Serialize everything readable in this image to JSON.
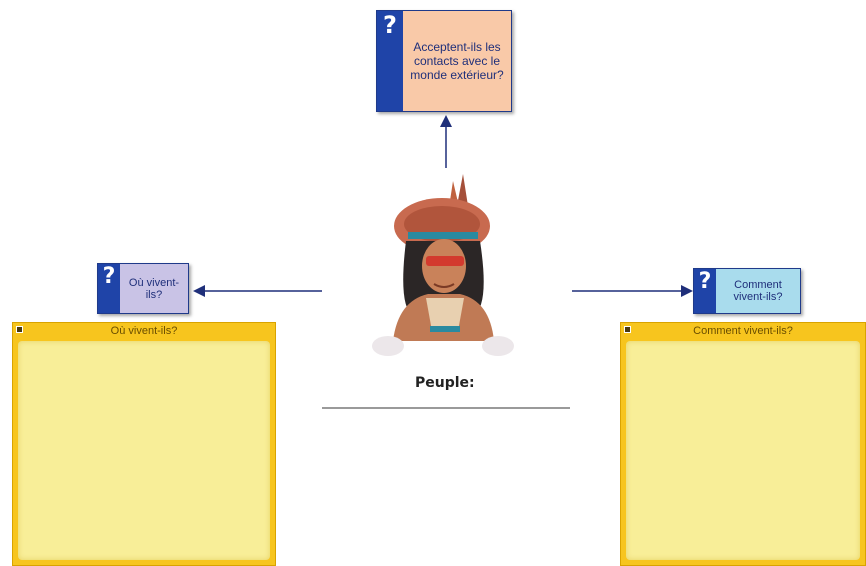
{
  "colors": {
    "question_bar": "#1f44a8",
    "top_card_bg": "#f9c9a8",
    "left_card_bg": "#c9c3e6",
    "right_card_bg": "#a9dced",
    "note_frame": "#f7c51e",
    "note_body": "#f8ee98",
    "connector": "#1f2f7a"
  },
  "icons": {
    "question": "?"
  },
  "center": {
    "label": "Peuple:",
    "image": "indigenous-person-illustration"
  },
  "questions": {
    "top": "Acceptent-ils les contacts avec le monde extérieur?",
    "left": "Où vivent-ils?",
    "right": "Comment vivent-ils?"
  },
  "notes": {
    "left_title": "Où vivent-ils?",
    "right_title": "Comment vivent-ils?"
  }
}
